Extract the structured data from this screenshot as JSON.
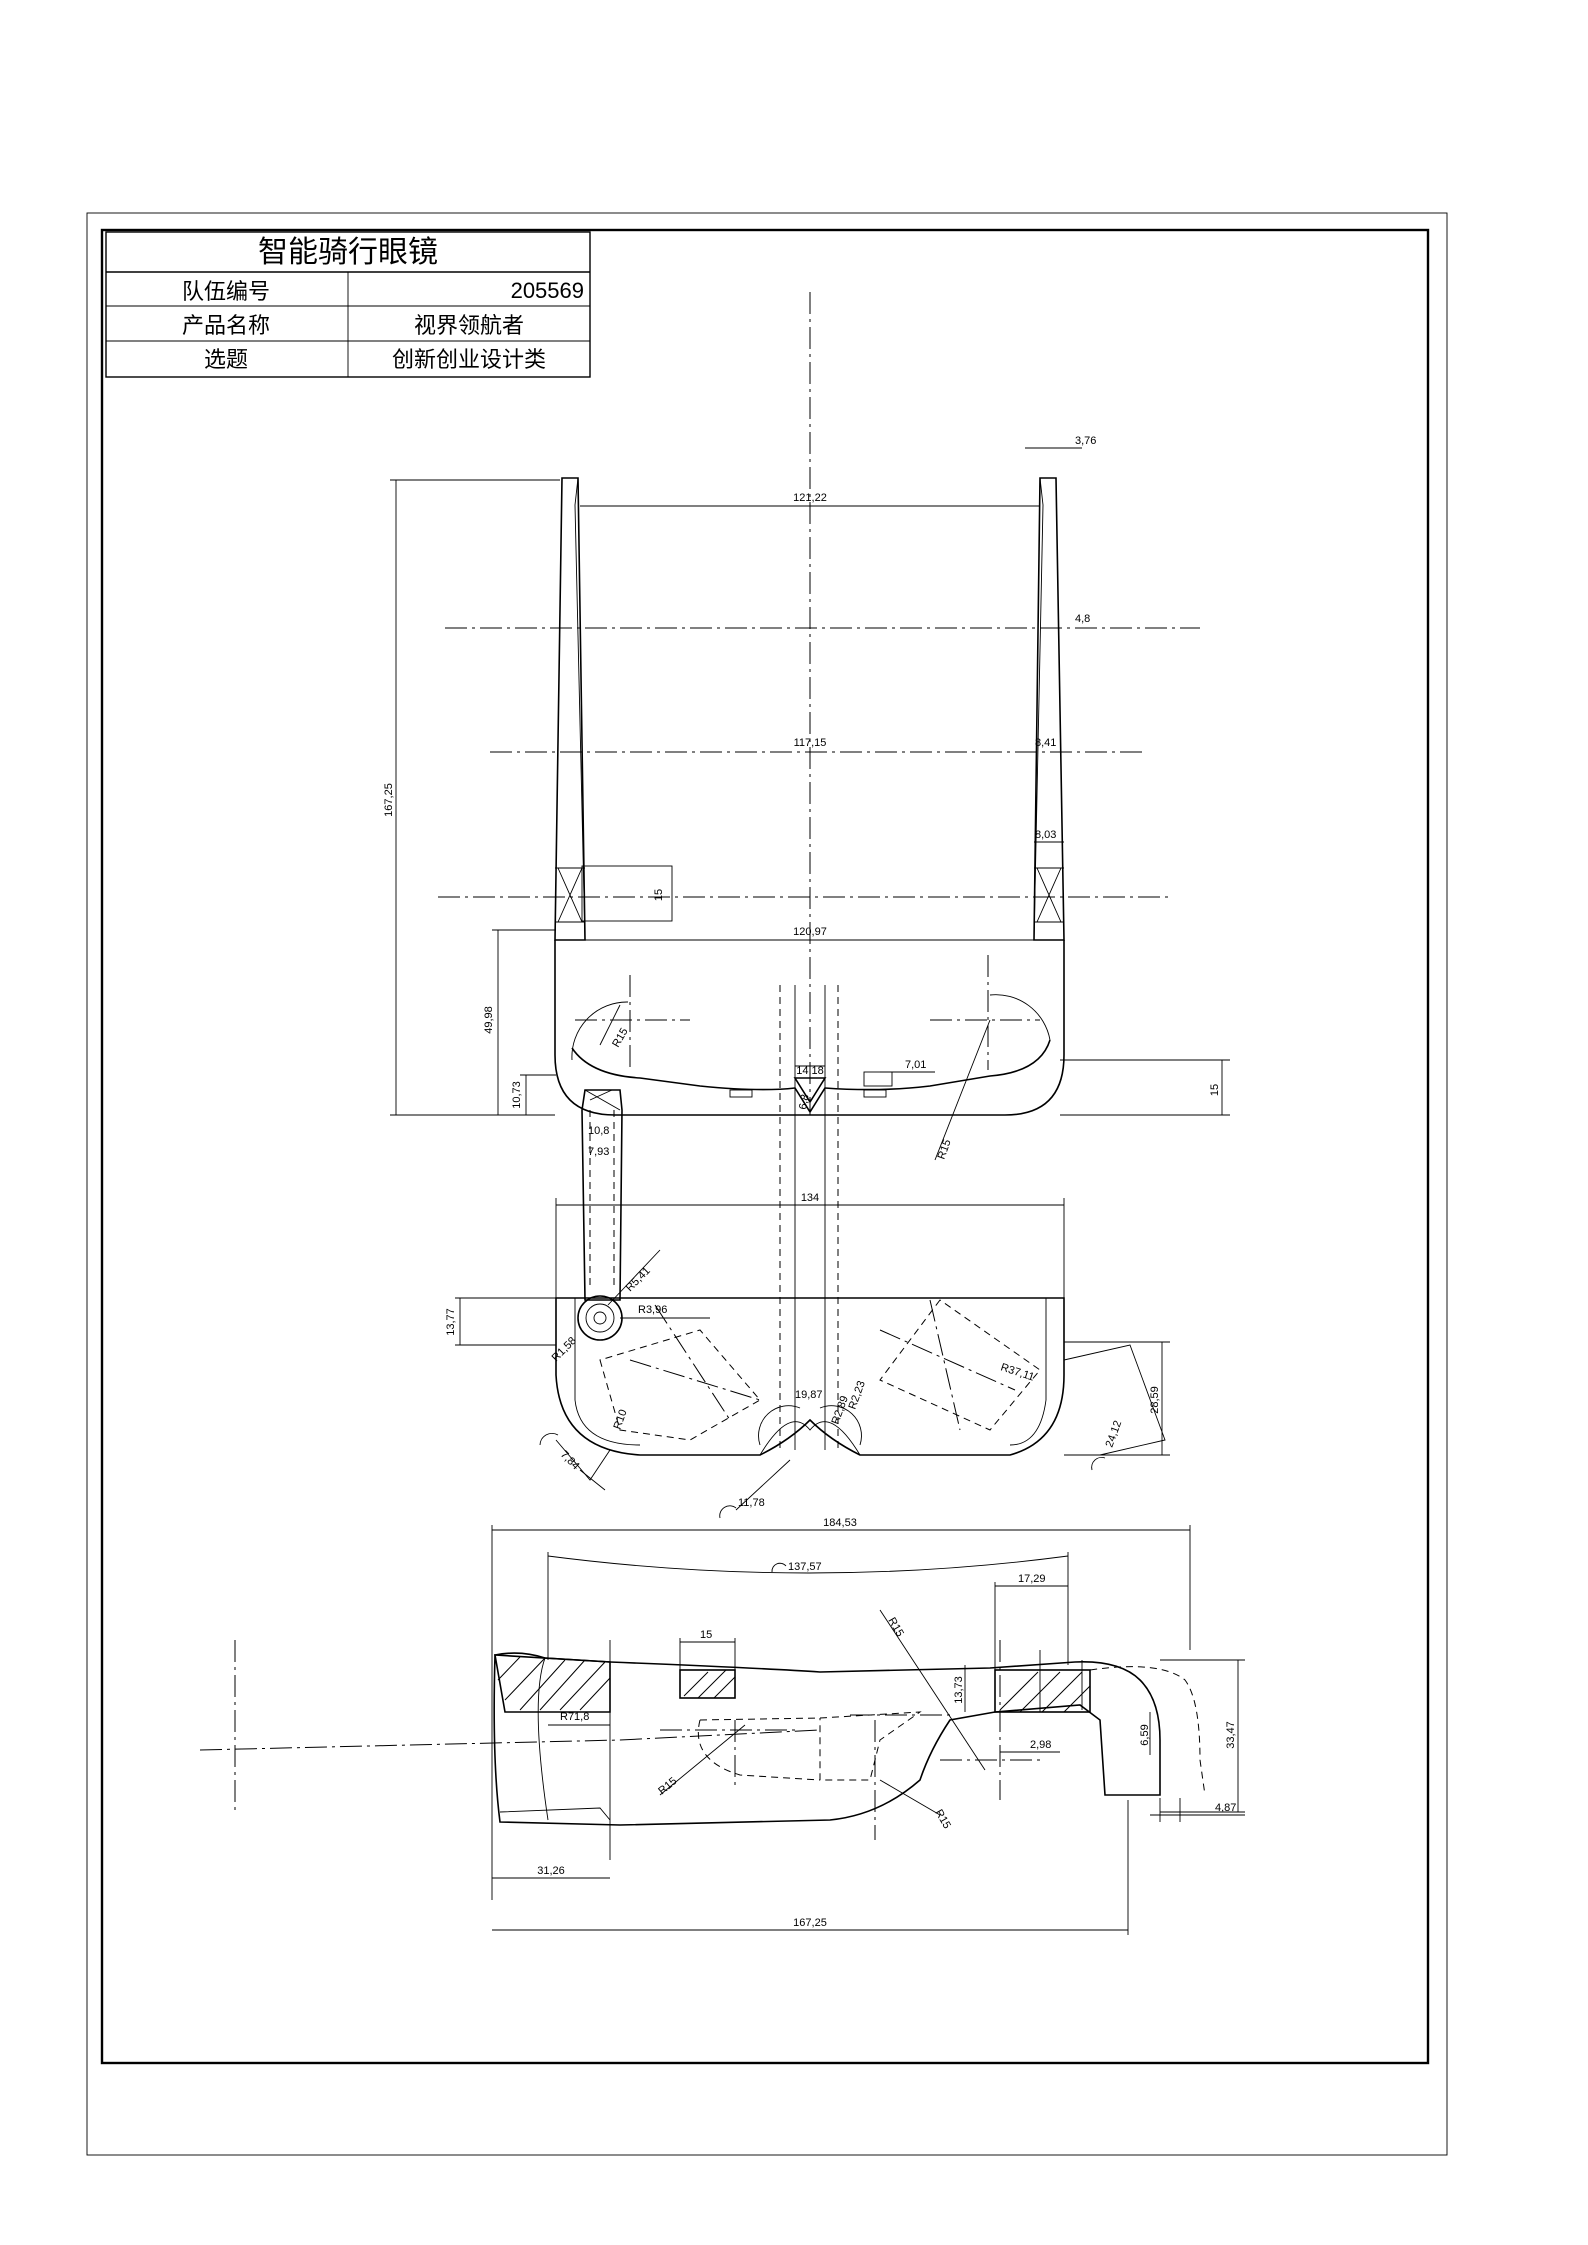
{
  "title_block": {
    "title": "智能骑行眼镜",
    "rows": [
      {
        "label": "队伍编号",
        "value": "205569"
      },
      {
        "label": "产品名称",
        "value": "视界领航者"
      },
      {
        "label": "选题",
        "value": "创新创业设计类"
      }
    ]
  },
  "dimensions": {
    "front": [
      "3,76",
      "121,22",
      "4,8",
      "117,15",
      "8,41",
      "8,03",
      "15",
      "120,97",
      "167,25",
      "49,98",
      "10,73",
      "R15",
      "14,18",
      "7,01",
      "15",
      "R15",
      "10,8",
      "7,93",
      "6,8"
    ],
    "top": [
      "134",
      "R5,41",
      "R3,96",
      "13,77",
      "R1,58",
      "R37,11",
      "28,59",
      "R10",
      "19,87",
      "R2,23",
      "R2,89",
      "7,84",
      "11,78",
      "24,12"
    ],
    "side": [
      "184,53",
      "137,57",
      "17,29",
      "15",
      "R15",
      "13,73",
      "R71,8",
      "2,98",
      "6,59",
      "33,47",
      "R15",
      "R15",
      "4,87",
      "31,26",
      "167,25"
    ]
  }
}
